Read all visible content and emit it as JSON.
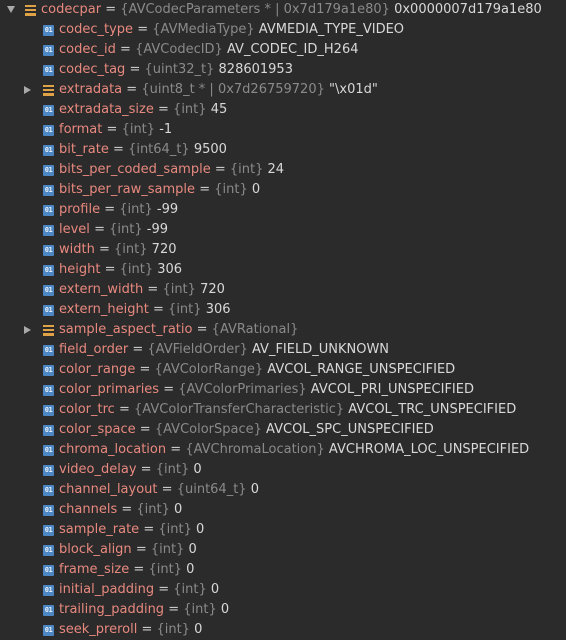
{
  "root": {
    "name": "codecpar",
    "type": "{AVCodecParameters * | 0x7d179a1e80}",
    "value": "0x0000007d179a1e80",
    "expanded": true,
    "icon": "struct-icon"
  },
  "fields": [
    {
      "kind": "field",
      "name": "codec_type",
      "type": "{AVMediaType}",
      "value": "AVMEDIA_TYPE_VIDEO"
    },
    {
      "kind": "field",
      "name": "codec_id",
      "type": "{AVCodecID}",
      "value": "AV_CODEC_ID_H264"
    },
    {
      "kind": "field",
      "name": "codec_tag",
      "type": "{uint32_t}",
      "value": "828601953"
    },
    {
      "kind": "struct",
      "name": "extradata",
      "type": "{uint8_t * | 0x7d26759720}",
      "value": "\"\\x01d\""
    },
    {
      "kind": "field",
      "name": "extradata_size",
      "type": "{int}",
      "value": "45"
    },
    {
      "kind": "field",
      "name": "format",
      "type": "{int}",
      "value": "-1"
    },
    {
      "kind": "field",
      "name": "bit_rate",
      "type": "{int64_t}",
      "value": "9500"
    },
    {
      "kind": "field",
      "name": "bits_per_coded_sample",
      "type": "{int}",
      "value": "24"
    },
    {
      "kind": "field",
      "name": "bits_per_raw_sample",
      "type": "{int}",
      "value": "0"
    },
    {
      "kind": "field",
      "name": "profile",
      "type": "{int}",
      "value": "-99"
    },
    {
      "kind": "field",
      "name": "level",
      "type": "{int}",
      "value": "-99"
    },
    {
      "kind": "field",
      "name": "width",
      "type": "{int}",
      "value": "720"
    },
    {
      "kind": "field",
      "name": "height",
      "type": "{int}",
      "value": "306"
    },
    {
      "kind": "field",
      "name": "extern_width",
      "type": "{int}",
      "value": "720"
    },
    {
      "kind": "field",
      "name": "extern_height",
      "type": "{int}",
      "value": "306"
    },
    {
      "kind": "struct",
      "name": "sample_aspect_ratio",
      "type": "{AVRational}",
      "value": ""
    },
    {
      "kind": "field",
      "name": "field_order",
      "type": "{AVFieldOrder}",
      "value": "AV_FIELD_UNKNOWN"
    },
    {
      "kind": "field",
      "name": "color_range",
      "type": "{AVColorRange}",
      "value": "AVCOL_RANGE_UNSPECIFIED"
    },
    {
      "kind": "field",
      "name": "color_primaries",
      "type": "{AVColorPrimaries}",
      "value": "AVCOL_PRI_UNSPECIFIED"
    },
    {
      "kind": "field",
      "name": "color_trc",
      "type": "{AVColorTransferCharacteristic}",
      "value": "AVCOL_TRC_UNSPECIFIED"
    },
    {
      "kind": "field",
      "name": "color_space",
      "type": "{AVColorSpace}",
      "value": "AVCOL_SPC_UNSPECIFIED"
    },
    {
      "kind": "field",
      "name": "chroma_location",
      "type": "{AVChromaLocation}",
      "value": "AVCHROMA_LOC_UNSPECIFIED"
    },
    {
      "kind": "field",
      "name": "video_delay",
      "type": "{int}",
      "value": "0"
    },
    {
      "kind": "field",
      "name": "channel_layout",
      "type": "{uint64_t}",
      "value": "0"
    },
    {
      "kind": "field",
      "name": "channels",
      "type": "{int}",
      "value": "0"
    },
    {
      "kind": "field",
      "name": "sample_rate",
      "type": "{int}",
      "value": "0"
    },
    {
      "kind": "field",
      "name": "block_align",
      "type": "{int}",
      "value": "0"
    },
    {
      "kind": "field",
      "name": "frame_size",
      "type": "{int}",
      "value": "0"
    },
    {
      "kind": "field",
      "name": "initial_padding",
      "type": "{int}",
      "value": "0"
    },
    {
      "kind": "field",
      "name": "trailing_padding",
      "type": "{int}",
      "value": "0"
    },
    {
      "kind": "field",
      "name": "seek_preroll",
      "type": "{int}",
      "value": "0"
    }
  ],
  "field_icon_label": "01",
  "equals": "=",
  "colors": {
    "background": "#2b2b2b",
    "name": "#e8897f",
    "type": "#8a8a8a",
    "value": "#d8d8d8",
    "field_icon": "#4c87c4",
    "struct_icon": "#e0a246"
  }
}
